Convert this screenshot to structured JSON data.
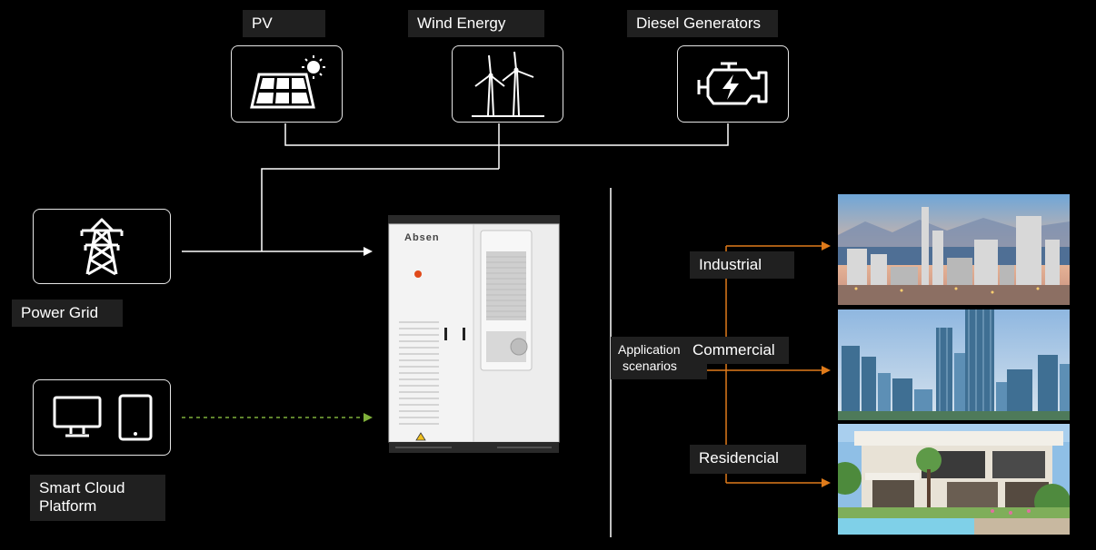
{
  "sources": {
    "pv": {
      "label": "PV",
      "icon": "solar-panel-icon"
    },
    "wind": {
      "label": "Wind Energy",
      "icon": "wind-turbine-icon"
    },
    "diesel": {
      "label": "Diesel Generators",
      "icon": "engine-icon"
    }
  },
  "grid": {
    "label": "Power Grid",
    "icon": "transmission-tower-icon"
  },
  "cloud": {
    "label_line1": "Smart Cloud",
    "label_line2": "Platform",
    "icon": "monitor-tablet-icon"
  },
  "cabinet": {
    "brand": "Absen"
  },
  "applications": {
    "title_line1": "Application",
    "title_line2": "scenarios",
    "items": [
      {
        "label": "Industrial"
      },
      {
        "label": "Commercial"
      },
      {
        "label": "Residencial"
      }
    ]
  },
  "colors": {
    "background": "#000000",
    "line": "#ffffff",
    "label_bg": "#202020",
    "orange": "#e07b1a",
    "green_dashed": "#7fb03a"
  }
}
